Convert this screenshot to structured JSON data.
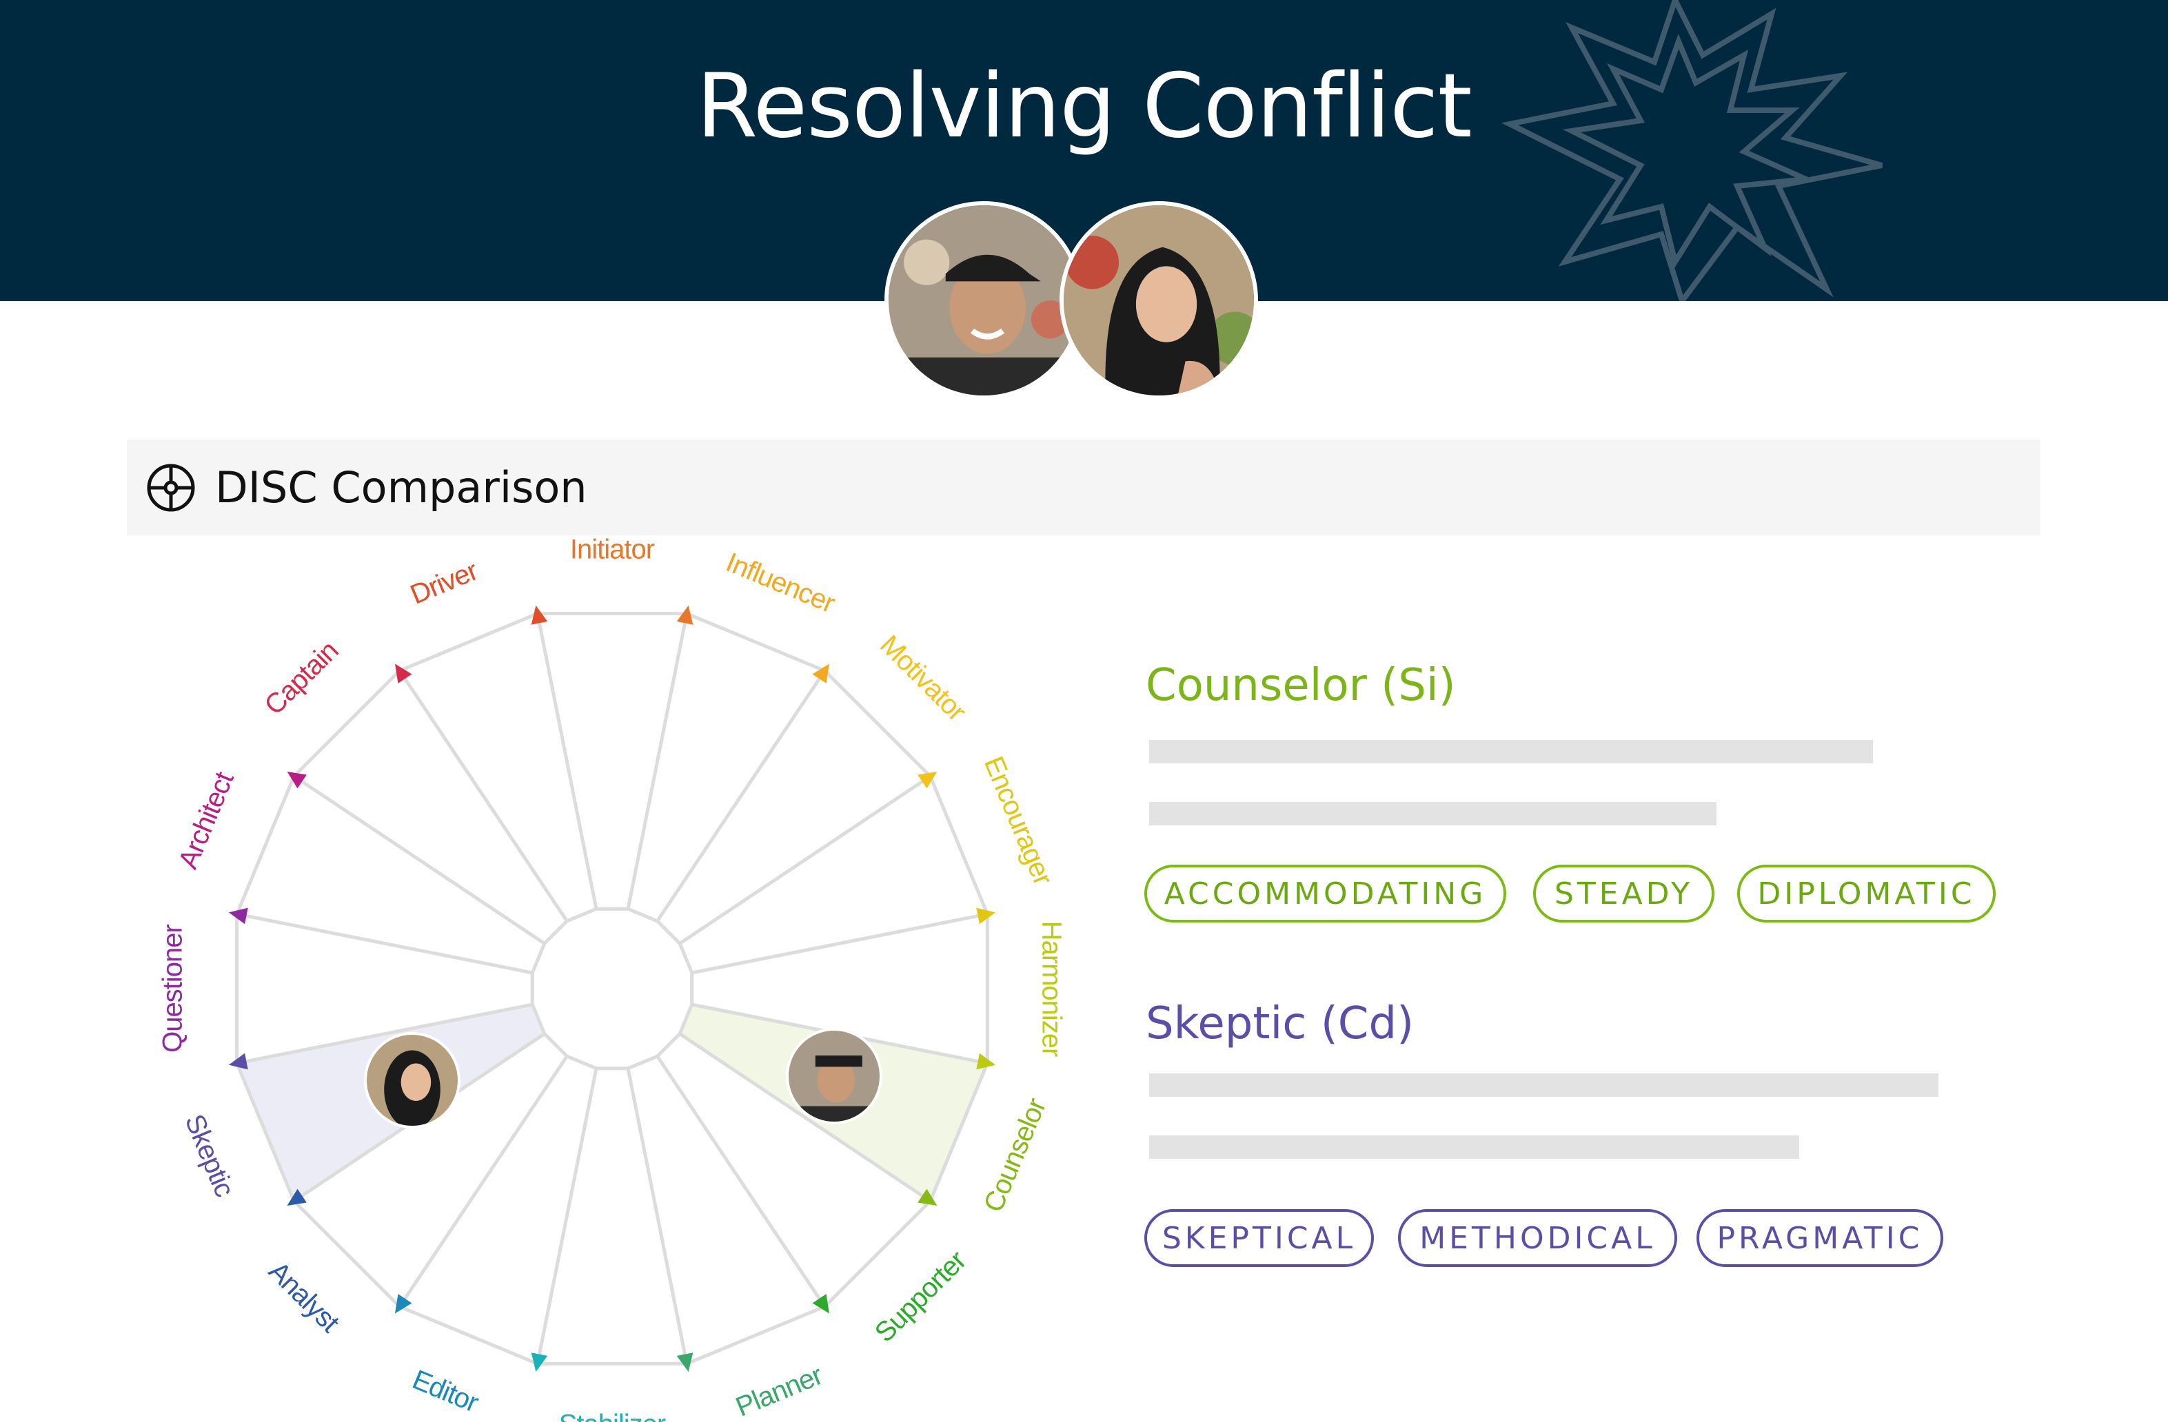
{
  "header": {
    "title": "Resolving Conflict"
  },
  "section": {
    "title": "DISC Comparison",
    "icon": "crosshair-icon"
  },
  "wheel": {
    "labels": [
      "Initiator",
      "Influencer",
      "Motivator",
      "Encourager",
      "Harmonizer",
      "Counselor",
      "Supporter",
      "Planner",
      "Stabilizer",
      "Editor",
      "Analyst",
      "Skeptic",
      "Questioner",
      "Architect",
      "Captain",
      "Driver"
    ],
    "colors": [
      "#e8772a",
      "#f3a81f",
      "#f2c21a",
      "#e2c712",
      "#bdcb10",
      "#86b916",
      "#2daa2c",
      "#3aa86a",
      "#1cb0b8",
      "#1a88b8",
      "#2d5aa6",
      "#5b4ea6",
      "#8d2aa0",
      "#b81f86",
      "#d42b4b",
      "#e04e2a"
    ]
  },
  "profiles": [
    {
      "title": "Counselor (Si)",
      "color": "#7cb518",
      "tags": [
        "ACCOMMODATING",
        "STEADY",
        "DIPLOMATIC"
      ]
    },
    {
      "title": "Skeptic (Cd)",
      "color": "#5b4ea6",
      "tags": [
        "SKEPTICAL",
        "METHODICAL",
        "PRAGMATIC"
      ]
    }
  ]
}
